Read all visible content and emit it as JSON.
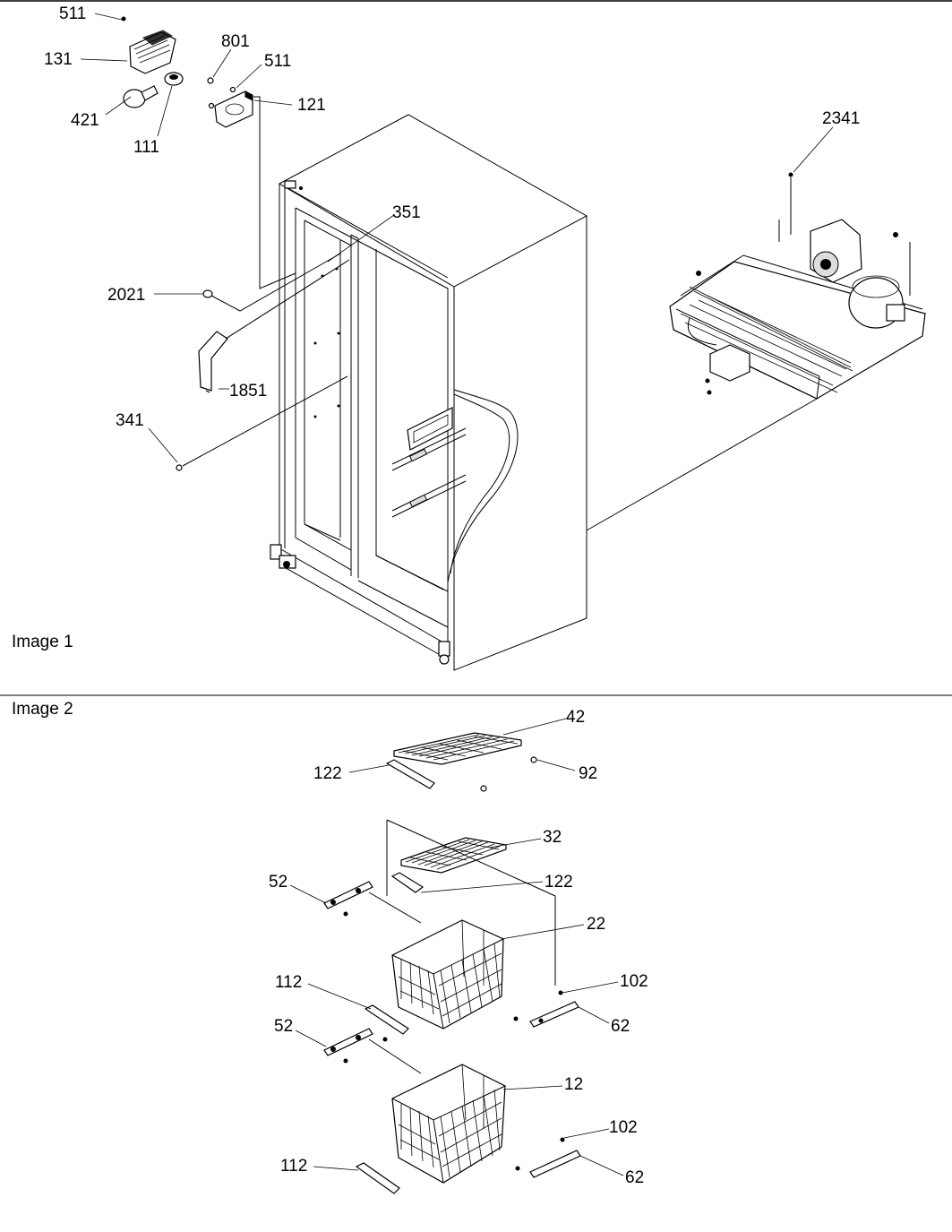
{
  "captions": {
    "image1": "Image 1",
    "image2": "Image 2"
  },
  "image1": {
    "labels": {
      "p511a": "511",
      "p131": "131",
      "p801": "801",
      "p511b": "511",
      "p121": "121",
      "p421": "421",
      "p111": "111",
      "p2341": "2341",
      "p351": "351",
      "p2021": "2021",
      "p1851": "1851",
      "p341": "341"
    }
  },
  "image2": {
    "labels": {
      "p42": "42",
      "p122a": "122",
      "p92": "92",
      "p32": "32",
      "p52a": "52",
      "p122b": "122",
      "p22": "22",
      "p112a": "112",
      "p102a": "102",
      "p62a": "62",
      "p52b": "52",
      "p12": "12",
      "p102b": "102",
      "p112b": "112",
      "p62b": "62"
    }
  }
}
